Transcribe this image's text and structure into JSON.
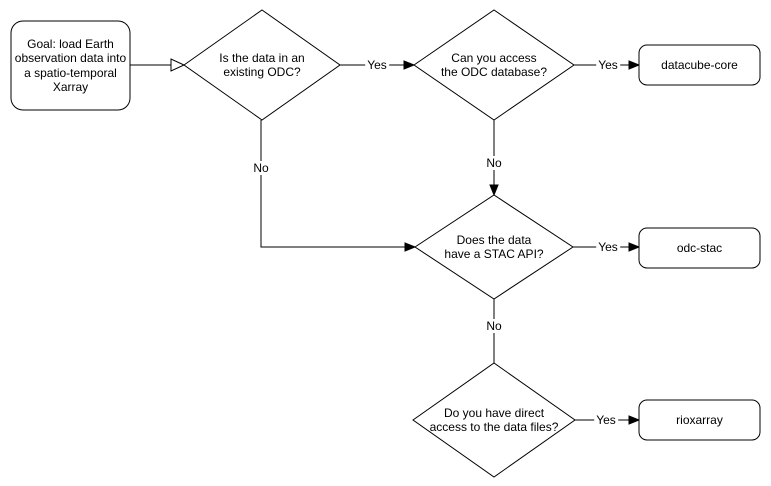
{
  "diagram": {
    "type": "flowchart",
    "background_color": "#ffffff",
    "node_fill_color": "#ffffff",
    "stroke_color": "#000000",
    "text_color": "#000000",
    "nodes": {
      "goal": {
        "type": "start",
        "label": "Goal: load Earth\nobservation data into\na spatio-temporal\nXarray"
      },
      "q_existing_odc": {
        "type": "decision",
        "label": "Is the data in an\nexisting ODC?"
      },
      "q_access_db": {
        "type": "decision",
        "label": "Can you access\nthe ODC database?"
      },
      "q_stac_api": {
        "type": "decision",
        "label": "Does the data\nhave a STAC API?"
      },
      "q_direct_access": {
        "type": "decision",
        "label": "Do you have direct\naccess to the data files?"
      },
      "r_datacube_core": {
        "type": "result",
        "label": "datacube-core"
      },
      "r_odc_stac": {
        "type": "result",
        "label": "odc-stac"
      },
      "r_rioxarray": {
        "type": "result",
        "label": "rioxarray"
      }
    },
    "edges": [
      {
        "from": "goal",
        "to": "q_existing_odc",
        "label": ""
      },
      {
        "from": "q_existing_odc",
        "to": "q_access_db",
        "label": "Yes"
      },
      {
        "from": "q_access_db",
        "to": "r_datacube_core",
        "label": "Yes"
      },
      {
        "from": "q_existing_odc",
        "to": "q_stac_api",
        "label": "No"
      },
      {
        "from": "q_access_db",
        "to": "q_stac_api",
        "label": "No"
      },
      {
        "from": "q_stac_api",
        "to": "r_odc_stac",
        "label": "Yes"
      },
      {
        "from": "q_stac_api",
        "to": "q_direct_access",
        "label": "No"
      },
      {
        "from": "q_direct_access",
        "to": "r_rioxarray",
        "label": "Yes"
      }
    ]
  }
}
